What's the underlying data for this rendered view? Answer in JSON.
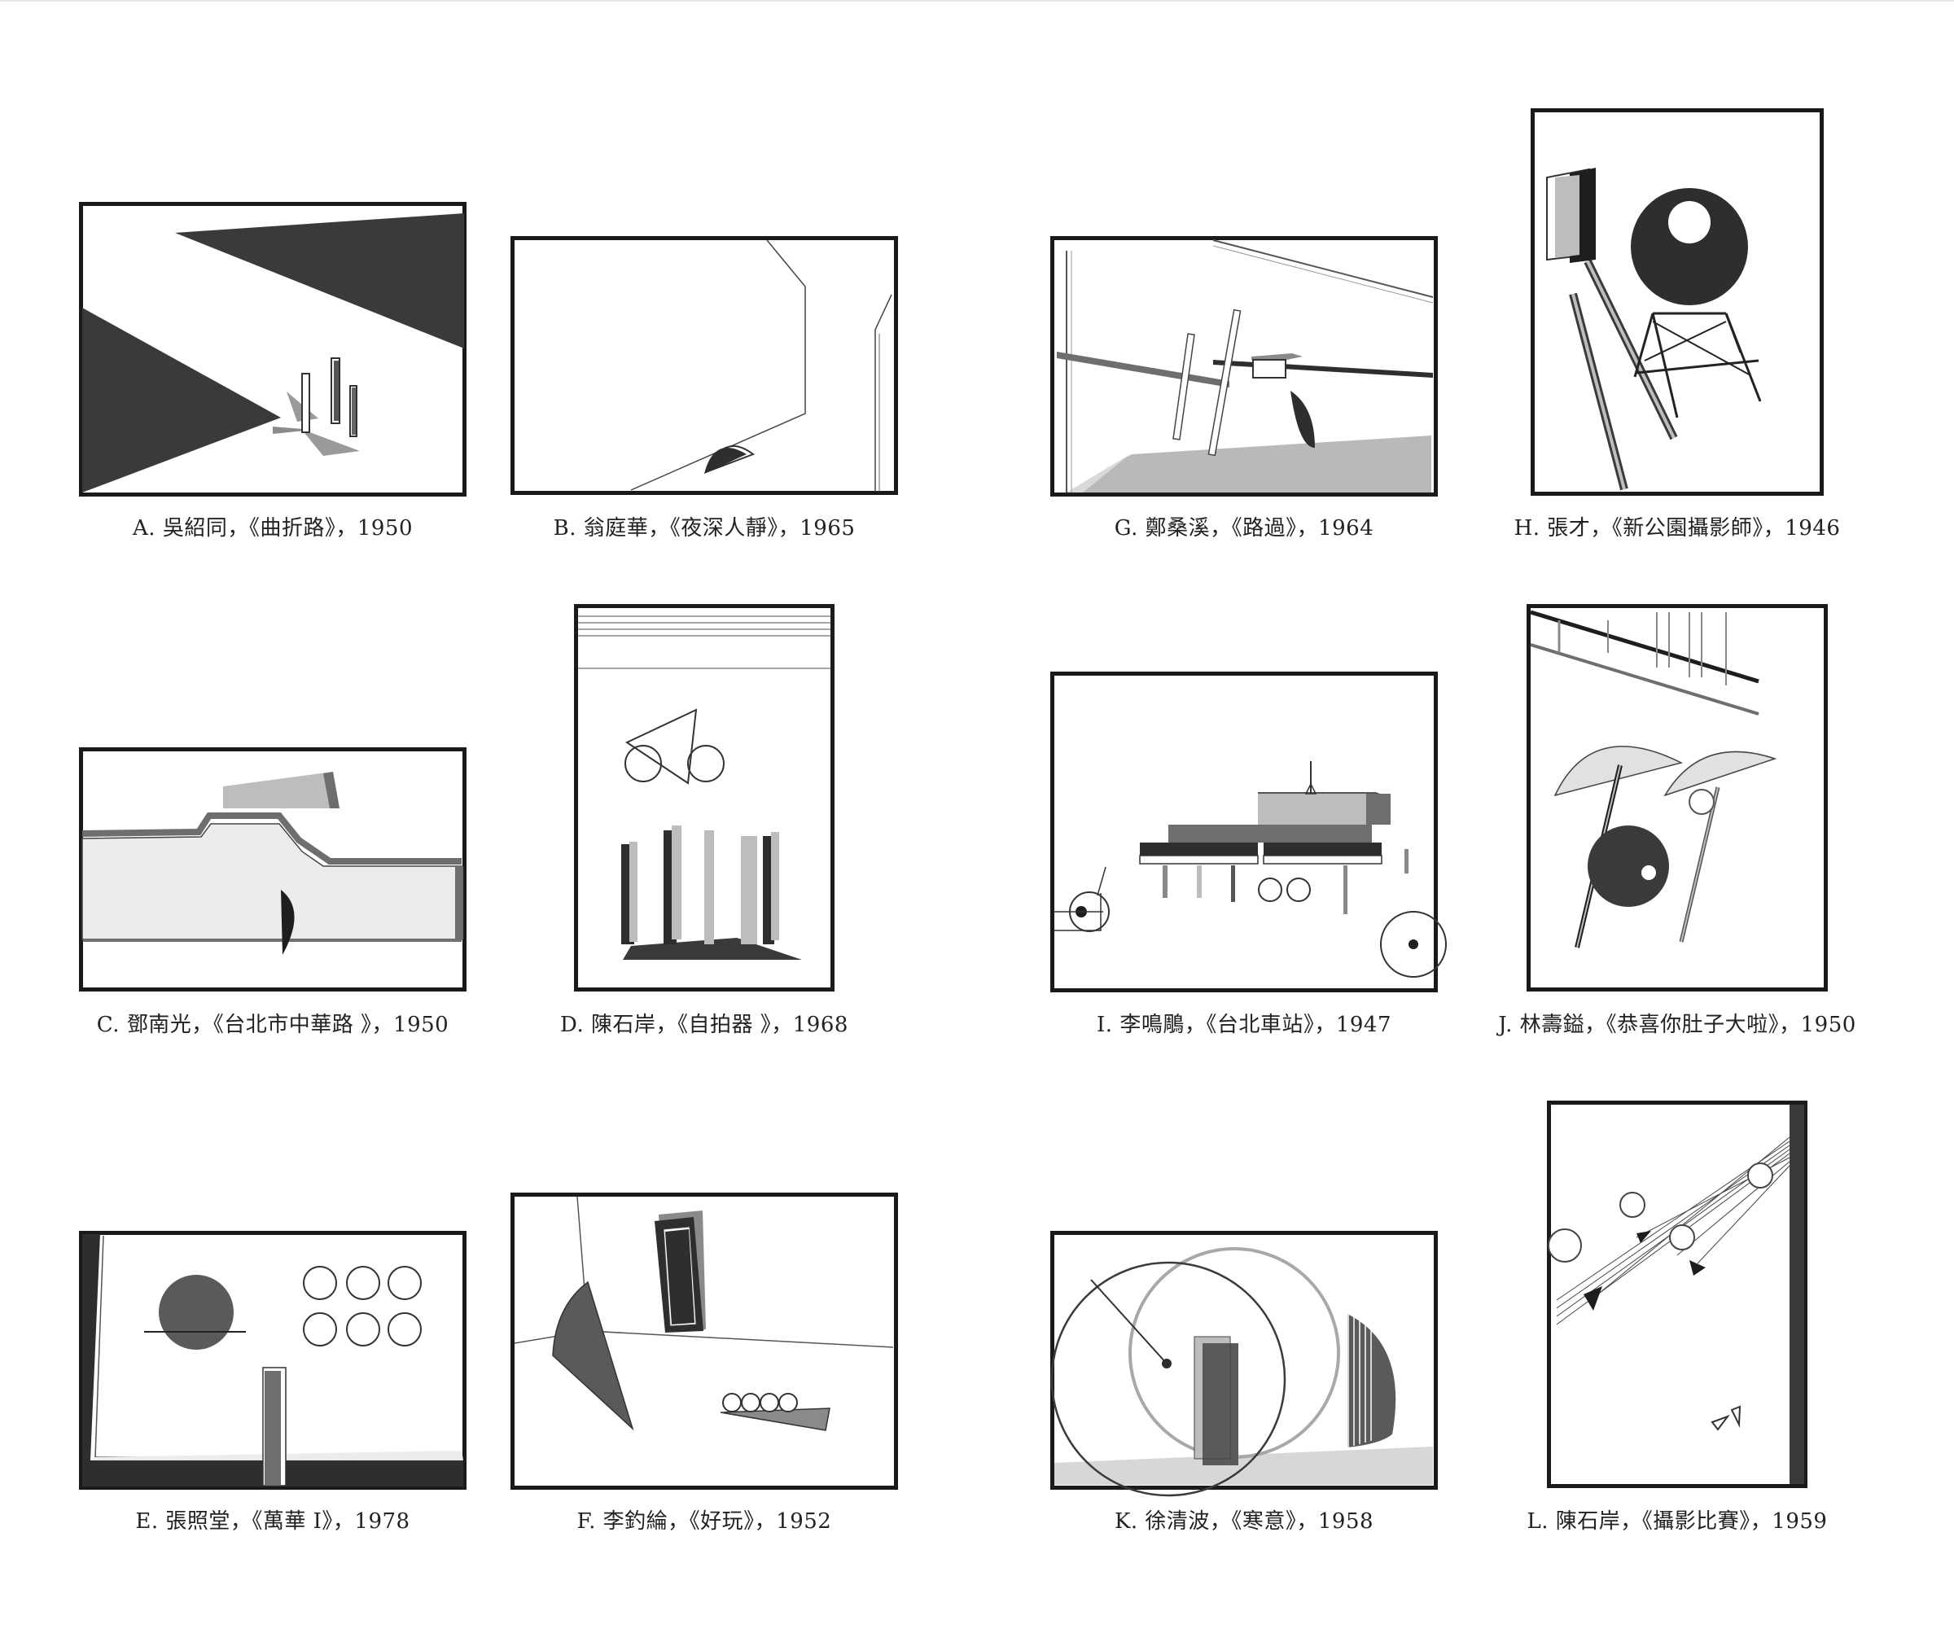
{
  "captions": {
    "A": "A. 吳紹同，《曲折路》，1950",
    "B": "B. 翁庭華，《夜深人靜》，1965",
    "G": "G. 鄭桑溪，《路過》，1964",
    "H": "H. 張才，《新公園攝影師》，1946",
    "C": "C. 鄧南光，《台北市中華路 》，1950",
    "D": "D. 陳石岸，《自拍器 》，1968",
    "I": "I. 李鳴鵰，《台北車站》，1947",
    "J": "J. 林壽鎰，《恭喜你肚子大啦》，1950",
    "E": "E. 張照堂，《萬華 I》，1978",
    "F": "F. 李釣綸，《好玩》，1952",
    "K": "K. 徐清波，《寒意》，1958",
    "L": "L. 陳石岸，《攝影比賽》，1959"
  },
  "colors": {
    "frame": "#1a1a1a",
    "dark": "#3a3a3c",
    "mid": "#6e6e70",
    "light": "#bdbdbd",
    "pale": "#ececec"
  }
}
